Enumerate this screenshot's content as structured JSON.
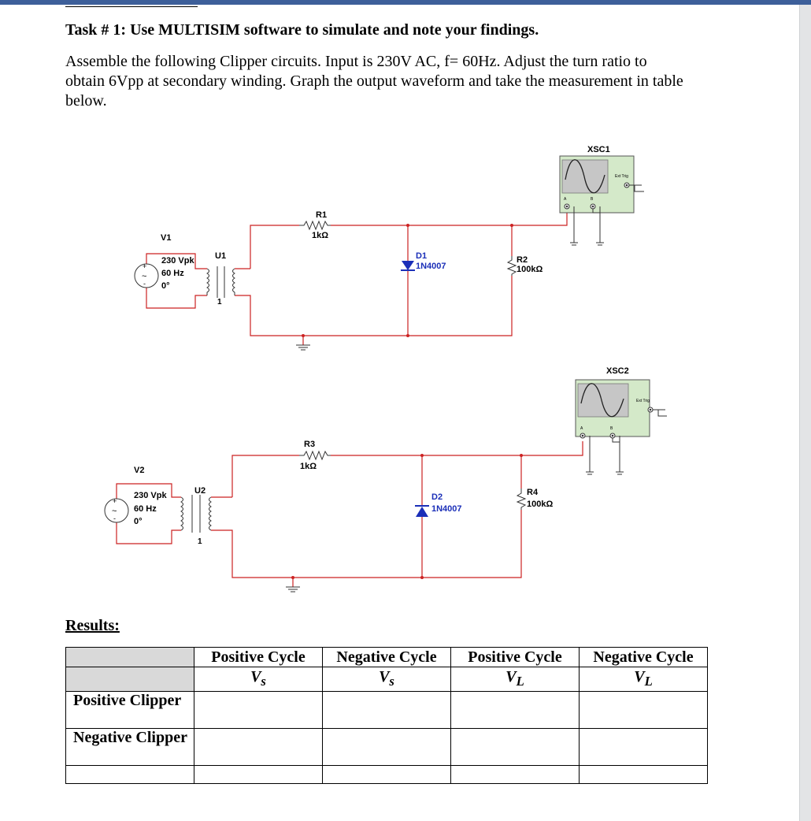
{
  "task_title": "Task # 1: Use MULTISIM software to simulate and note your findings.",
  "instructions": "Assemble the following Clipper circuits. Input is 230V AC, f= 60Hz. Adjust the turn ratio to obtain 6Vpp at secondary winding. Graph the output waveform and take the measurement in table below.",
  "circuit1": {
    "source_name": "V1",
    "source_amp": "230 Vpk",
    "source_freq": "60 Hz",
    "source_phase": "0°",
    "transformer": "U1",
    "ratio": "1",
    "resistor1_name": "R1",
    "resistor1_value": "1kΩ",
    "diode_name": "D1",
    "diode_part": "1N4007",
    "resistor2_name": "R2",
    "resistor2_value": "100kΩ",
    "scope": "XSC1",
    "scope_ext_trig": "Ext Trig",
    "scope_a": "A",
    "scope_b": "B"
  },
  "circuit2": {
    "source_name": "V2",
    "source_amp": "230 Vpk",
    "source_freq": "60 Hz",
    "source_phase": "0°",
    "transformer": "U2",
    "ratio": "1",
    "resistor1_name": "R3",
    "resistor1_value": "1kΩ",
    "diode_name": "D2",
    "diode_part": "1N4007",
    "resistor2_name": "R4",
    "resistor2_value": "100kΩ",
    "scope": "XSC2",
    "scope_ext_trig": "Ext Trig",
    "scope_a": "A",
    "scope_b": "B"
  },
  "results_heading": "Results:",
  "table": {
    "columns": [
      {
        "label": "Positive Cycle",
        "symbol": "V",
        "sub": "s"
      },
      {
        "label": "Negative Cycle",
        "symbol": "V",
        "sub": "s"
      },
      {
        "label": "Positive Cycle",
        "symbol": "V",
        "sub": "L"
      },
      {
        "label": "Negative Cycle",
        "symbol": "V",
        "sub": "L"
      }
    ],
    "rows": [
      "Positive Clipper",
      "Negative Clipper"
    ]
  }
}
